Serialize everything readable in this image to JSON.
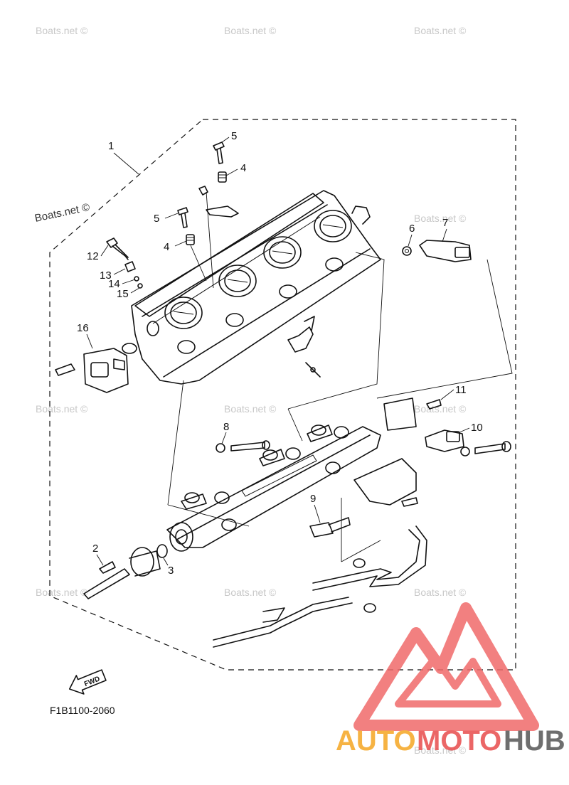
{
  "watermarks": {
    "text": "Boats.net ©",
    "labels": [
      "Boats.net ©",
      "Boats.net ©",
      "Boats.net ©",
      "Boats.net ©",
      "Boats.net ©",
      "Boats.net ©",
      "Boats.net ©",
      "Boats.net ©",
      "Boats.net ©",
      "Boats.net ©",
      "Boats.net ©",
      "Boats.net ©"
    ]
  },
  "callouts": {
    "c1": "1",
    "c2": "2",
    "c3": "3",
    "c4a": "4",
    "c4b": "4",
    "c5a": "5",
    "c5b": "5",
    "c6": "6",
    "c7": "7",
    "c8": "8",
    "c9": "9",
    "c10": "10",
    "c11": "11",
    "c12": "12",
    "c13": "13",
    "c14": "14",
    "c15": "15",
    "c16": "16"
  },
  "fwd_label": "FWD",
  "drawing_code": "F1B1100-2060",
  "logo": {
    "part1": "AUTO",
    "part2": "MOTO",
    "part3": "HUB",
    "colors": {
      "orange": "#f5a623",
      "red": "#e84c4c",
      "gray": "#555555",
      "triangle": "#f06a6a"
    }
  }
}
